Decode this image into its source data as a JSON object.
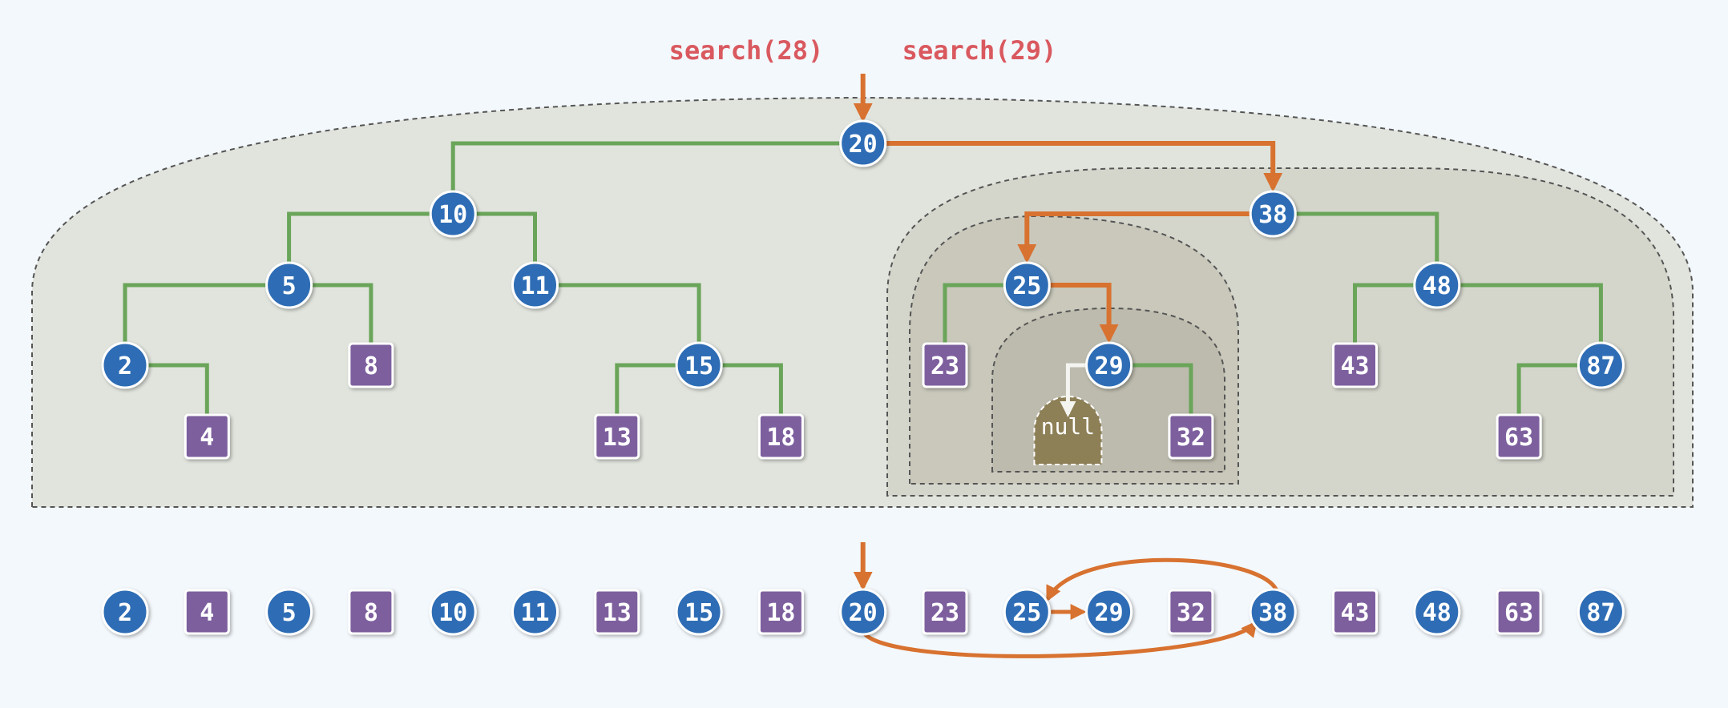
{
  "operations": [
    "search(28)",
    "search(29)"
  ],
  "null_label": "null",
  "colors": {
    "internal_node": "#2e6db5",
    "external_node": "#7d5f9e",
    "tree_edge": "#6aa55a",
    "search_path": "#d87230",
    "null_node": "#8d7f56",
    "region_outer": "#e0e3dc",
    "region_inner": "#c2c0b2"
  },
  "tree": {
    "root": "20",
    "nodes": [
      {
        "key": "20",
        "kind": "internal"
      },
      {
        "key": "10",
        "kind": "internal"
      },
      {
        "key": "38",
        "kind": "internal"
      },
      {
        "key": "5",
        "kind": "internal"
      },
      {
        "key": "11",
        "kind": "internal"
      },
      {
        "key": "25",
        "kind": "internal"
      },
      {
        "key": "48",
        "kind": "internal"
      },
      {
        "key": "2",
        "kind": "internal"
      },
      {
        "key": "8",
        "kind": "external"
      },
      {
        "key": "15",
        "kind": "internal"
      },
      {
        "key": "23",
        "kind": "external"
      },
      {
        "key": "29",
        "kind": "internal"
      },
      {
        "key": "43",
        "kind": "external"
      },
      {
        "key": "87",
        "kind": "internal"
      },
      {
        "key": "4",
        "kind": "external"
      },
      {
        "key": "13",
        "kind": "external"
      },
      {
        "key": "18",
        "kind": "external"
      },
      {
        "key": "32",
        "kind": "external"
      },
      {
        "key": "63",
        "kind": "external"
      }
    ],
    "edges": [
      [
        "20",
        "10"
      ],
      [
        "20",
        "38"
      ],
      [
        "10",
        "5"
      ],
      [
        "10",
        "11"
      ],
      [
        "5",
        "2"
      ],
      [
        "5",
        "8"
      ],
      [
        "2",
        "4"
      ],
      [
        "11",
        "15"
      ],
      [
        "15",
        "13"
      ],
      [
        "15",
        "18"
      ],
      [
        "38",
        "25"
      ],
      [
        "38",
        "48"
      ],
      [
        "25",
        "23"
      ],
      [
        "25",
        "29"
      ],
      [
        "29",
        "32"
      ],
      [
        "48",
        "43"
      ],
      [
        "48",
        "87"
      ],
      [
        "87",
        "63"
      ]
    ],
    "search_path": [
      "20",
      "38",
      "25",
      "29"
    ]
  },
  "sequence": {
    "keys": [
      {
        "key": "2",
        "kind": "internal"
      },
      {
        "key": "4",
        "kind": "external"
      },
      {
        "key": "5",
        "kind": "internal"
      },
      {
        "key": "8",
        "kind": "external"
      },
      {
        "key": "10",
        "kind": "internal"
      },
      {
        "key": "11",
        "kind": "internal"
      },
      {
        "key": "13",
        "kind": "external"
      },
      {
        "key": "15",
        "kind": "internal"
      },
      {
        "key": "18",
        "kind": "external"
      },
      {
        "key": "20",
        "kind": "internal"
      },
      {
        "key": "23",
        "kind": "external"
      },
      {
        "key": "25",
        "kind": "internal"
      },
      {
        "key": "29",
        "kind": "internal"
      },
      {
        "key": "32",
        "kind": "external"
      },
      {
        "key": "38",
        "kind": "internal"
      },
      {
        "key": "43",
        "kind": "external"
      },
      {
        "key": "48",
        "kind": "internal"
      },
      {
        "key": "63",
        "kind": "external"
      },
      {
        "key": "87",
        "kind": "internal"
      }
    ],
    "jumps": [
      {
        "from": "20",
        "to": "38"
      },
      {
        "from": "38",
        "to": "25"
      },
      {
        "from": "25",
        "to": "29"
      }
    ]
  }
}
